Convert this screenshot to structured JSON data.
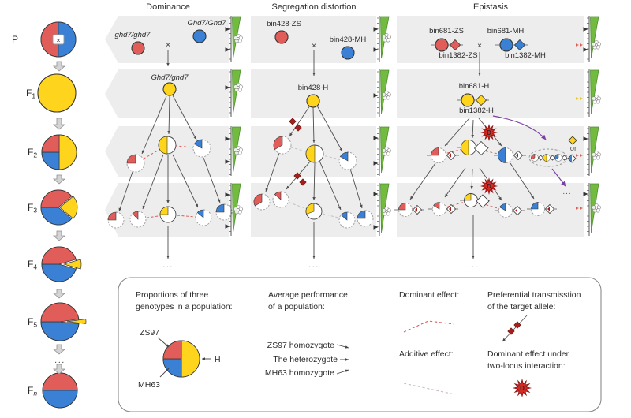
{
  "palette": {
    "zs_red": "#E15D59",
    "mh_blue": "#3A81D5",
    "het_yellow": "#FFD41C",
    "band_gray": "#EDEDED",
    "green_scale": "#72BB3F",
    "green_dark": "#4F9030",
    "arrow_gray": "#4D4D4D",
    "dash_red": "#DD5B55",
    "dash_gray": "#C9BDBD",
    "purple": "#7A3FA3",
    "dark_red": "#A4201D",
    "star_red": "#D62B24",
    "marker_yellow": "#E6C619"
  },
  "columns": {
    "dominance": {
      "title": "Dominance",
      "parent_left": "ghd7/ghd7",
      "parent_right": "Ghd7/Ghd7",
      "cross": "×",
      "f1": "Ghd7/ghd7",
      "ellipsis": "...",
      "f2_pies": [
        {
          "color": "zs_red",
          "from": 270,
          "to": 360
        },
        {
          "color": "het_yellow",
          "from": 180,
          "to": 360,
          "solid": true
        },
        {
          "color": "mh_blue",
          "from": 300,
          "to": 360
        }
      ],
      "f3_pies": [
        {
          "color": "zs_red",
          "from": 270,
          "to": 360
        },
        {
          "color": "zs_red",
          "from": 315,
          "to": 360
        },
        {
          "color": "het_yellow",
          "from": 270,
          "to": 360,
          "solid": true
        },
        {
          "color": "mh_blue",
          "from": 310,
          "to": 360
        },
        {
          "color": "mh_blue",
          "from": 270,
          "to": 360
        }
      ]
    },
    "segregation": {
      "title": "Segregation distortion",
      "parent_left": "bin428-ZS",
      "parent_right": "bin428-MH",
      "cross": "×",
      "f1": "bin428-H",
      "ellipsis": "...",
      "f2_pies": [
        {
          "color": "zs_red",
          "from": 240,
          "to": 360
        },
        {
          "color": "het_yellow",
          "from": 180,
          "to": 360,
          "solid": true
        },
        {
          "color": "mh_blue",
          "from": 300,
          "to": 360
        }
      ],
      "f3_pies": [
        {
          "color": "zs_red",
          "from": 240,
          "to": 360
        },
        {
          "color": "zs_red",
          "from": 310,
          "to": 360
        },
        {
          "color": "het_yellow",
          "from": 250,
          "to": 360,
          "solid": true
        },
        {
          "color": "mh_blue",
          "from": 310,
          "to": 360
        },
        {
          "color": "mh_blue",
          "from": 270,
          "to": 360
        }
      ]
    },
    "epistasis": {
      "title": "Epistasis",
      "parent_left_top": "bin681-ZS",
      "parent_left_bottom": "bin1382-ZS",
      "parent_right_top": "bin681-MH",
      "parent_right_bottom": "bin1382-MH",
      "cross": "×",
      "f1_top": "bin681-H",
      "f1_bottom": "bin1382-H",
      "or_label": "or",
      "mid_ellipsis": "...",
      "ellipsis": "...",
      "d_letter": "D",
      "f2_pairs": [
        {
          "color": "zs_red",
          "from": 270,
          "to": 360
        },
        {
          "color": "het_yellow",
          "from": 180,
          "to": 360,
          "solid": true,
          "big_diamond": true,
          "star": true
        },
        {
          "color": "mh_blue",
          "from": 180,
          "to": 360
        }
      ],
      "f3_pairs": [
        {
          "color": "zs_red",
          "from": 270,
          "to": 360
        },
        {
          "color": "zs_red",
          "from": 300,
          "to": 360
        },
        {
          "color": "het_yellow",
          "from": 270,
          "to": 360,
          "solid": true,
          "big_diamond": true,
          "star": true
        },
        {
          "color": "mh_blue",
          "from": 300,
          "to": 360
        },
        {
          "color": "mh_blue",
          "from": 270,
          "to": 360
        }
      ],
      "ellipse_pairs": [
        {
          "color": "zs_red",
          "from": 240,
          "to": 360
        },
        {
          "color": "het_yellow",
          "from": 180,
          "to": 360
        },
        {
          "color": "mh_blue",
          "from": 240,
          "to": 360
        }
      ]
    }
  },
  "generations": [
    {
      "name": "P",
      "sub": "",
      "cross_mark": "×",
      "slices": [
        {
          "color": "zs_red",
          "from": 180,
          "to": 360
        },
        {
          "color": "mh_blue",
          "from": 0,
          "to": 180
        }
      ]
    },
    {
      "name": "F",
      "sub": "1",
      "slices": [
        {
          "color": "het_yellow",
          "from": 0,
          "to": 360
        }
      ]
    },
    {
      "name": "F",
      "sub": "2",
      "slices": [
        {
          "color": "het_yellow",
          "from": 0,
          "to": 180
        },
        {
          "color": "mh_blue",
          "from": 180,
          "to": 270
        },
        {
          "color": "zs_red",
          "from": 270,
          "to": 360
        }
      ]
    },
    {
      "name": "F",
      "sub": "3",
      "slices": [
        {
          "color": "het_yellow",
          "from": 50,
          "to": 130,
          "explode": 2
        },
        {
          "color": "mh_blue",
          "from": 130,
          "to": 270
        },
        {
          "color": "zs_red",
          "from": 270,
          "to": 410
        }
      ]
    },
    {
      "name": "F",
      "sub": "4",
      "slices": [
        {
          "color": "het_yellow",
          "from": 74,
          "to": 106,
          "explode": 6
        },
        {
          "color": "mh_blue",
          "from": 106,
          "to": 270
        },
        {
          "color": "zs_red",
          "from": 270,
          "to": 434
        }
      ]
    },
    {
      "name": "F",
      "sub": "5",
      "slices": [
        {
          "color": "het_yellow",
          "from": 82,
          "to": 96,
          "explode": 9
        },
        {
          "color": "mh_blue",
          "from": 96,
          "to": 270
        },
        {
          "color": "zs_red",
          "from": 270,
          "to": 442
        }
      ]
    },
    {
      "name": "F",
      "sub": "n",
      "slices": [
        {
          "color": "zs_red",
          "from": 270,
          "to": 450
        },
        {
          "color": "mh_blue",
          "from": 90,
          "to": 270
        }
      ]
    }
  ],
  "left_column": {
    "ellipsis": "..."
  },
  "legend": {
    "proportions_title_1": "Proportions of three",
    "proportions_title_2": "genotypes in a population:",
    "pie_labels": {
      "zs": "ZS97",
      "mh": "MH63",
      "het": "H"
    },
    "pie": [
      {
        "color": "het_yellow",
        "from": 0,
        "to": 180
      },
      {
        "color": "mh_blue",
        "from": 180,
        "to": 270
      },
      {
        "color": "zs_red",
        "from": 270,
        "to": 360
      }
    ],
    "performance_title_1": "Average performance",
    "performance_title_2": "of a population:",
    "scale_labels": {
      "top": "ZS97 homozygote",
      "mid": "The heterozygote",
      "bottom": "MH63 homozygote"
    },
    "dominant_label": "Dominant effect:",
    "additive_label": "Additive effect:",
    "transmission_label_1": "Preferential transmisstion",
    "transmission_label_2": "of the target allele:",
    "interaction_label_1": "Dominant effect under",
    "interaction_label_2": "two-locus interaction:",
    "d_letter": "D"
  }
}
